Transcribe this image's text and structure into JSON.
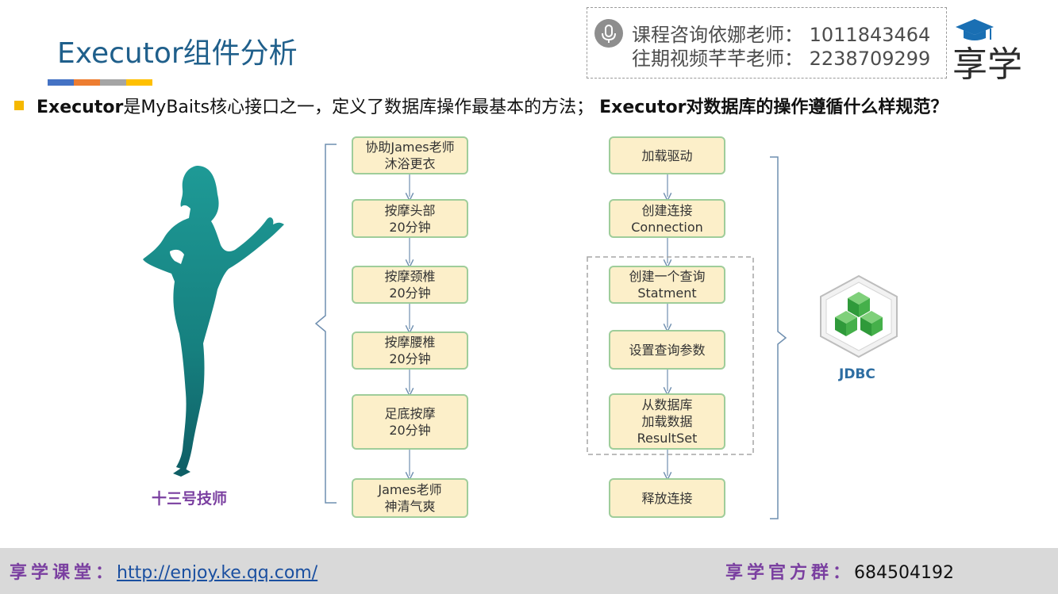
{
  "header": {
    "title": "Executor组件分析",
    "bar_colors": [
      "#4472c4",
      "#ed7d31",
      "#a5a5a5",
      "#ffc000"
    ]
  },
  "contact": {
    "line1": "课程咨询依娜老师： 1011843464",
    "line2": "往期视频芊芊老师： 2238709299",
    "mic_icon": "microphone-icon"
  },
  "logo": {
    "text": "享学",
    "icon": "graduation-cap-icon"
  },
  "bullet": {
    "part1": "Executor",
    "part2": "是MyBaits核心接口之一，定义了数据库操作最基本的方法；",
    "part3": "Executor对数据库的操作遵循什么样规范？"
  },
  "left_flow": {
    "technician_label": "十三号技师",
    "steps": [
      [
        "协助James老师",
        "沐浴更衣"
      ],
      [
        "按摩头部",
        "20分钟"
      ],
      [
        "按摩颈椎",
        "20分钟"
      ],
      [
        "按摩腰椎",
        "20分钟"
      ],
      [
        "足底按摩",
        "20分钟"
      ],
      [
        "James老师",
        "神清气爽"
      ]
    ]
  },
  "right_flow": {
    "steps": [
      [
        "加载驱动"
      ],
      [
        "创建连接",
        "Connection"
      ],
      [
        "创建一个查询",
        "Statment"
      ],
      [
        "设置查询参数"
      ],
      [
        "从数据库",
        "加载数据",
        "ResultSet"
      ],
      [
        "释放连接"
      ]
    ],
    "jdbc_label": "JDBC"
  },
  "footer": {
    "left_label": "享学课堂：",
    "link": "http://enjoy.ke.qq.com/",
    "right_label": "享学官方群：",
    "group_number": "684504192"
  },
  "colors": {
    "title": "#1f5f8b",
    "box_fill": "#fcefc9",
    "box_border": "#9fcd9a",
    "figure": "#1a8a8c",
    "accent_purple": "#7a3fa0",
    "bullet": "#f5b800"
  }
}
